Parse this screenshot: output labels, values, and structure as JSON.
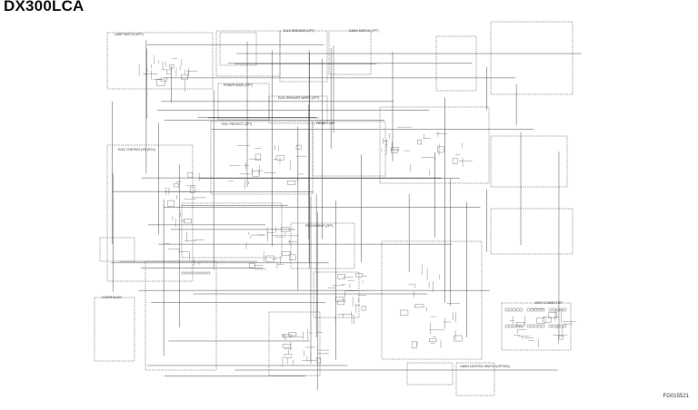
{
  "page": {
    "title": "DX300LCA",
    "document_number": "FG015521"
  },
  "colors": {
    "line": "#3a3a3a",
    "background": "#ffffff",
    "accent": "#b44a4a"
  },
  "sections": [
    "LAMP SWITCH (OPT)",
    "ELEC BREAKER (OPT)",
    "CABIN SWITCH (OPT)",
    "POWER MODE (OPT)",
    "ELEC BREAKER WIRES (OPT)",
    "HYD. PROTECT (OPT)",
    "FRONT LAMP",
    "ELEC CONTROLLER (ECU)",
    "PINCH/CRIMP (OPT)",
    "CONTROLLER",
    "JOINT CONNECTOR",
    "CABIN CONTROL SWITCH (OPTION)"
  ]
}
